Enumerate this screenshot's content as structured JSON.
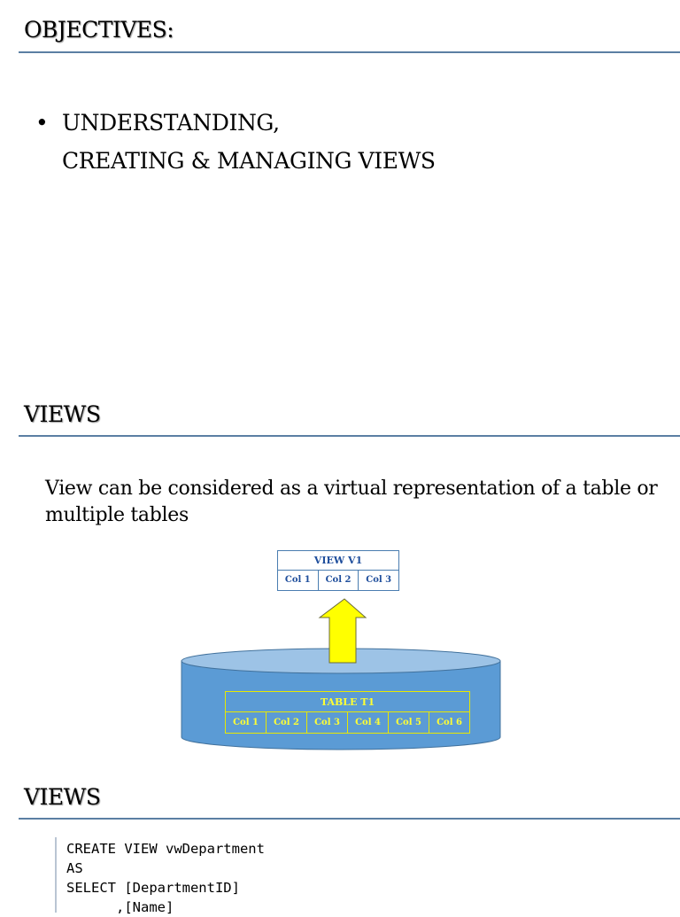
{
  "section1": {
    "heading": "OBJECTIVES:",
    "bullet": "•",
    "bullet_line1": "UNDERSTANDING,",
    "bullet_line2": "CREATING & MANAGING VIEWS"
  },
  "section2": {
    "heading": "VIEWS",
    "description": "View can be considered as a virtual representation of a table or multiple tables",
    "diagram": {
      "view_title": "VIEW V1",
      "view_columns": [
        "Col 1",
        "Col 2",
        "Col 3"
      ],
      "table_title": "TABLE T1",
      "table_columns": [
        "Col 1",
        "Col 2",
        "Col 3",
        "Col 4",
        "Col 5",
        "Col 6"
      ],
      "colors": {
        "cylinder_body": "#5b9bd5",
        "cylinder_top": "#9dc3e6",
        "arrow": "#ffff00",
        "view_text": "#1f4e9c",
        "table_text": "#ffff33"
      }
    }
  },
  "section3": {
    "heading": "VIEWS",
    "code_lines": [
      "CREATE VIEW vwDepartment",
      "AS",
      "SELECT [DepartmentID]",
      "      ,[Name]"
    ]
  }
}
